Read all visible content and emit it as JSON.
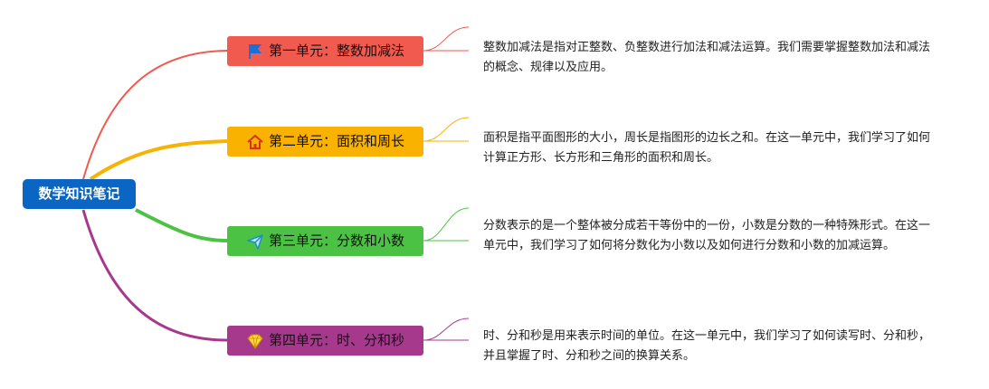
{
  "root": {
    "label": "数学知识笔记",
    "color": "#0b66c3"
  },
  "branches": [
    {
      "title": "第一单元：整数加减法",
      "icon": "flag-icon",
      "color": "#f05a4f",
      "description": "整数加减法是指对正整数、负整数进行加法和减法运算。我们需要掌握整数加法和减法的概念、规律以及应用。"
    },
    {
      "title": "第二单元：面积和周长",
      "icon": "home-icon",
      "color": "#f9b200",
      "description": "面积是指平面图形的大小，周长是指图形的边长之和。在这一单元中，我们学习了如何计算正方形、长方形和三角形的面积和周长。"
    },
    {
      "title": "第三单元：分数和小数",
      "icon": "paper-plane-icon",
      "color": "#4cc244",
      "description": "分数表示的是一个整体被分成若干等份中的一份，小数是分数的一种特殊形式。在这一单元中，我们学习了如何将分数化为小数以及如何进行分数和小数的加减运算。"
    },
    {
      "title": "第四单元：时、分和秒",
      "icon": "diamond-icon",
      "color": "#a7398d",
      "description": "时、分和秒是用来表示时间的单位。在这一单元中，我们学习了如何读写时、分和秒，并且掌握了时、分和秒之间的换算关系。"
    }
  ]
}
